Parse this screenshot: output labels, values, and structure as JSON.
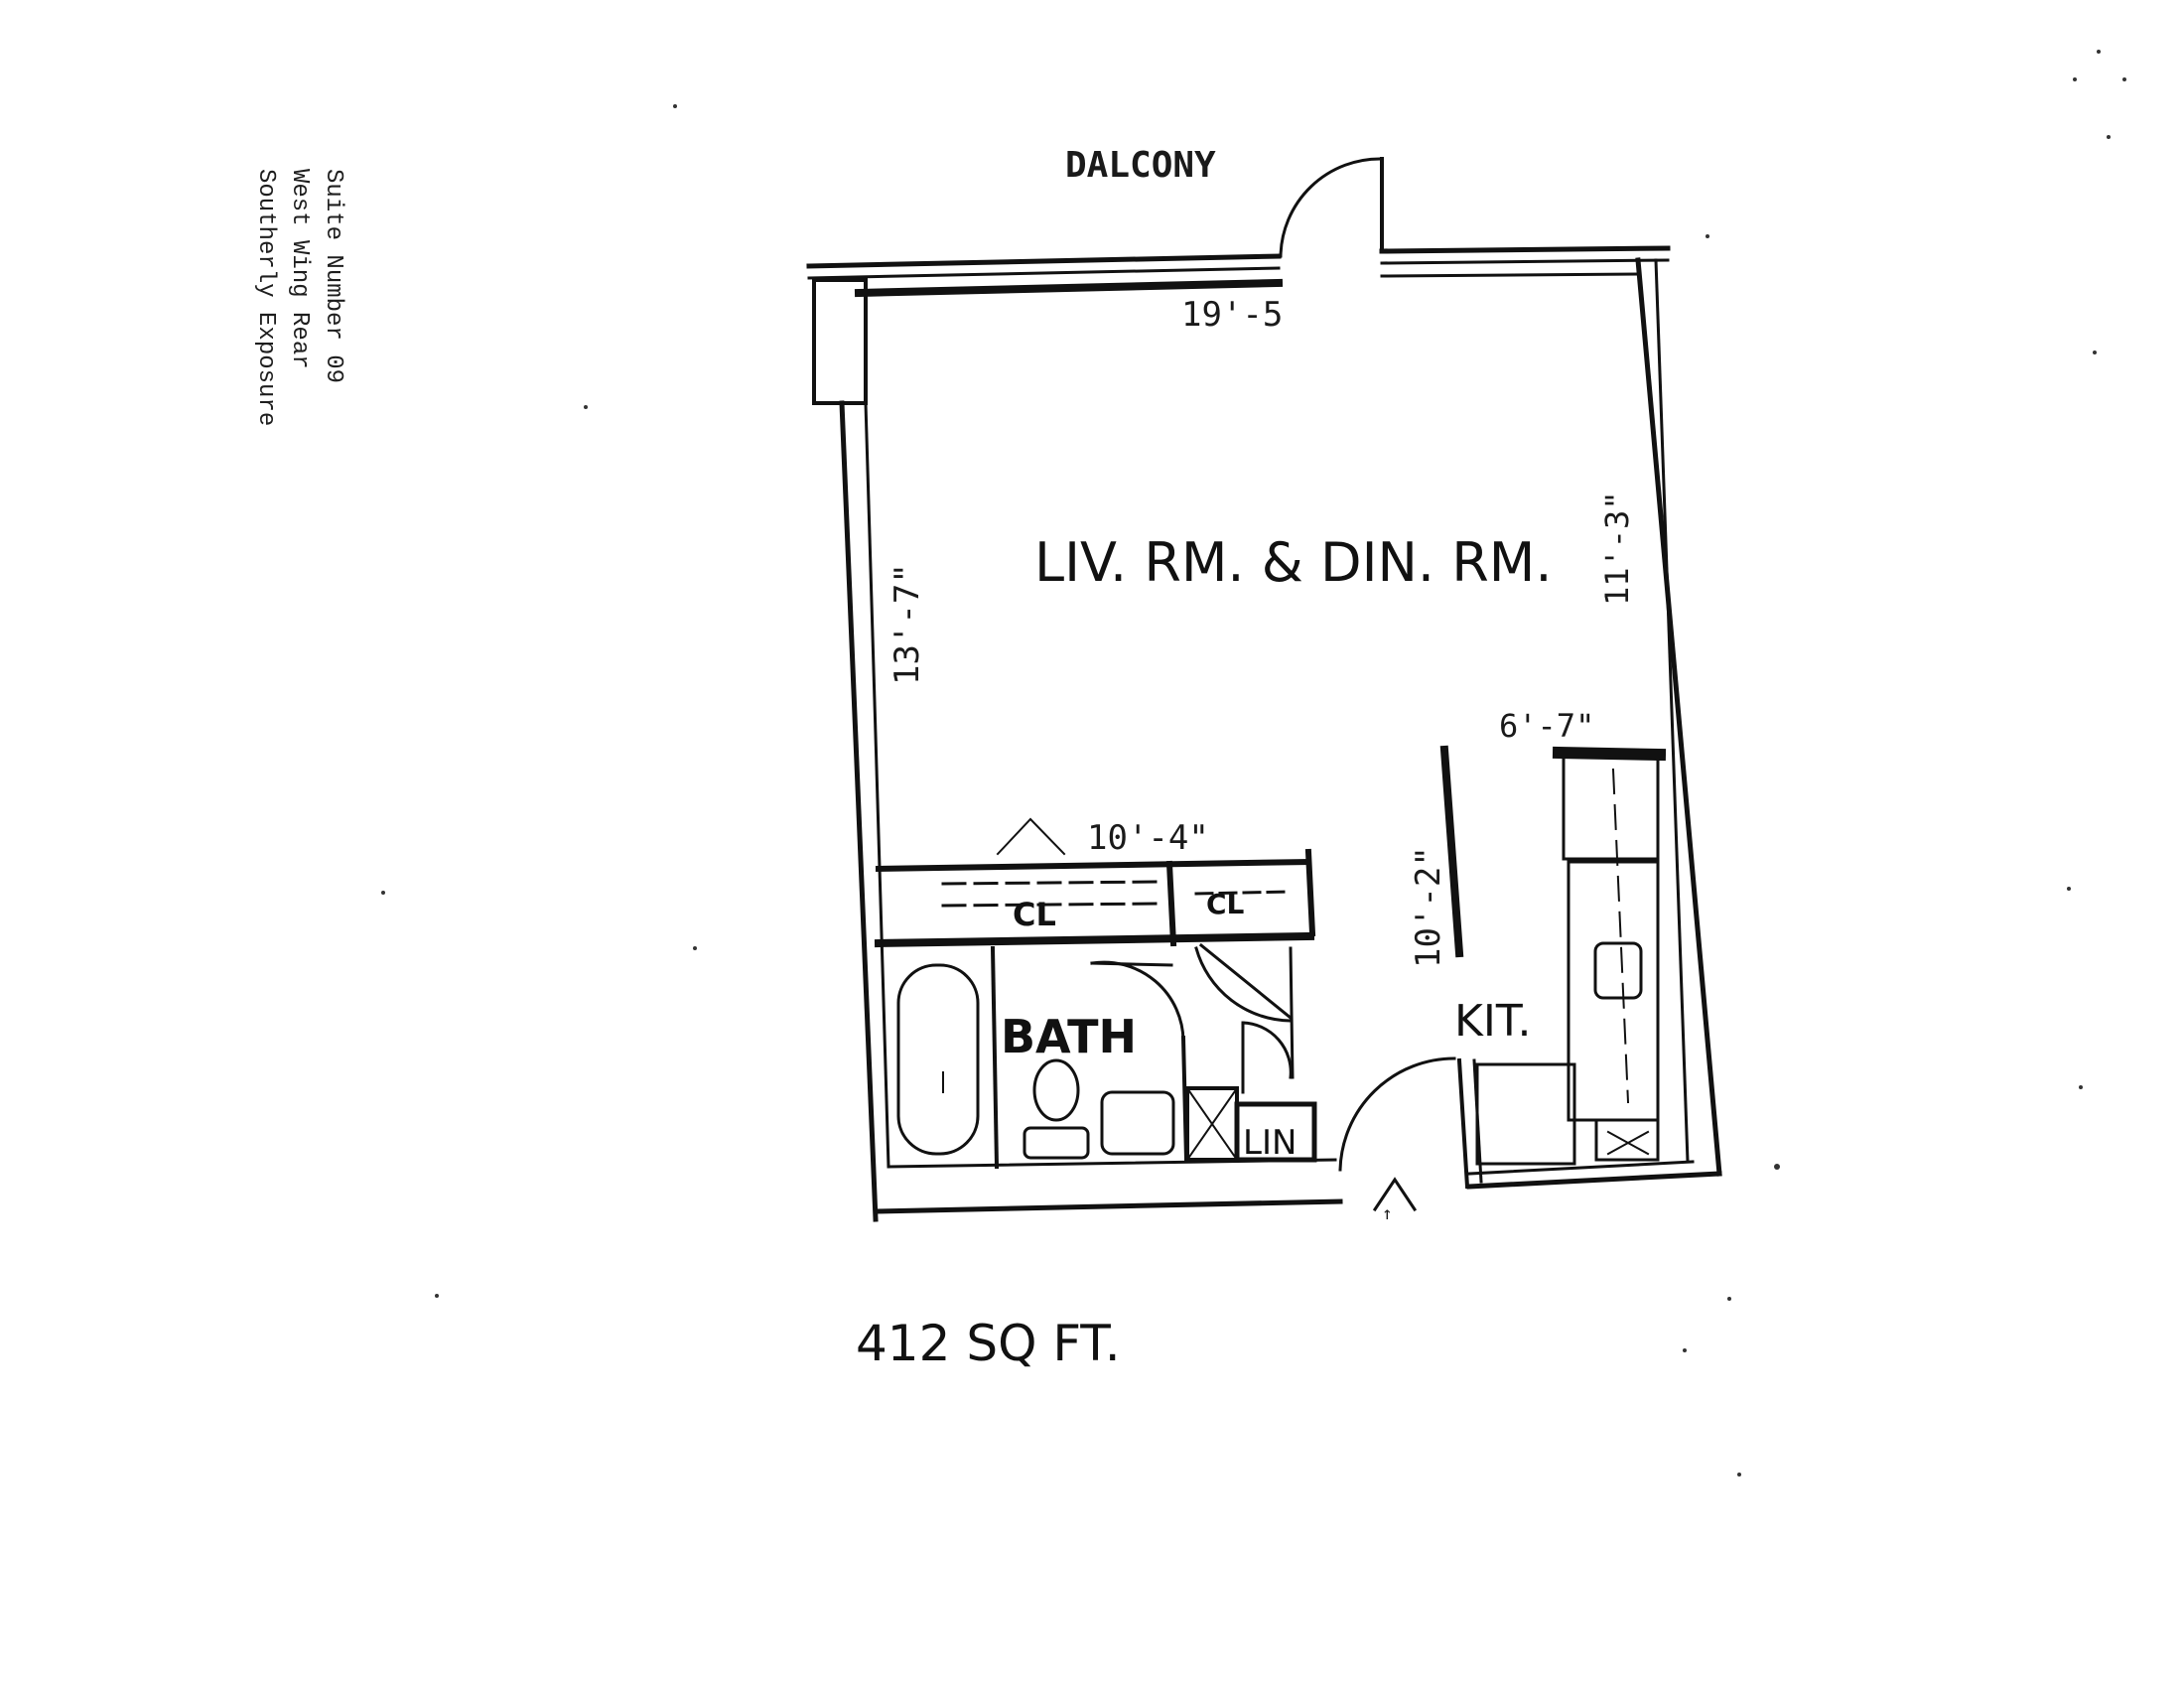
{
  "side_note": {
    "line1": "Suite Number 09",
    "line2": "West Wing Rear",
    "line3": "Southerly Exposure"
  },
  "labels": {
    "balcony": "DALCONY",
    "width_top": "19'-5",
    "living_dining": "LIV. RM. & DIN. RM.",
    "left_dim": "13'-7\"",
    "right_dim": "11'-3\"",
    "kitchen_width": "6'-7\"",
    "closet_width": "10'-4\"",
    "kitchen_depth": "10'-2\"",
    "closet_1": "CL",
    "closet_2": "CL",
    "bath": "BATH",
    "kitchen": "KIT.",
    "linen": "LIN"
  },
  "area": "412 SQ FT.",
  "colors": {
    "ink": "#111111",
    "paper": "#ffffff"
  }
}
